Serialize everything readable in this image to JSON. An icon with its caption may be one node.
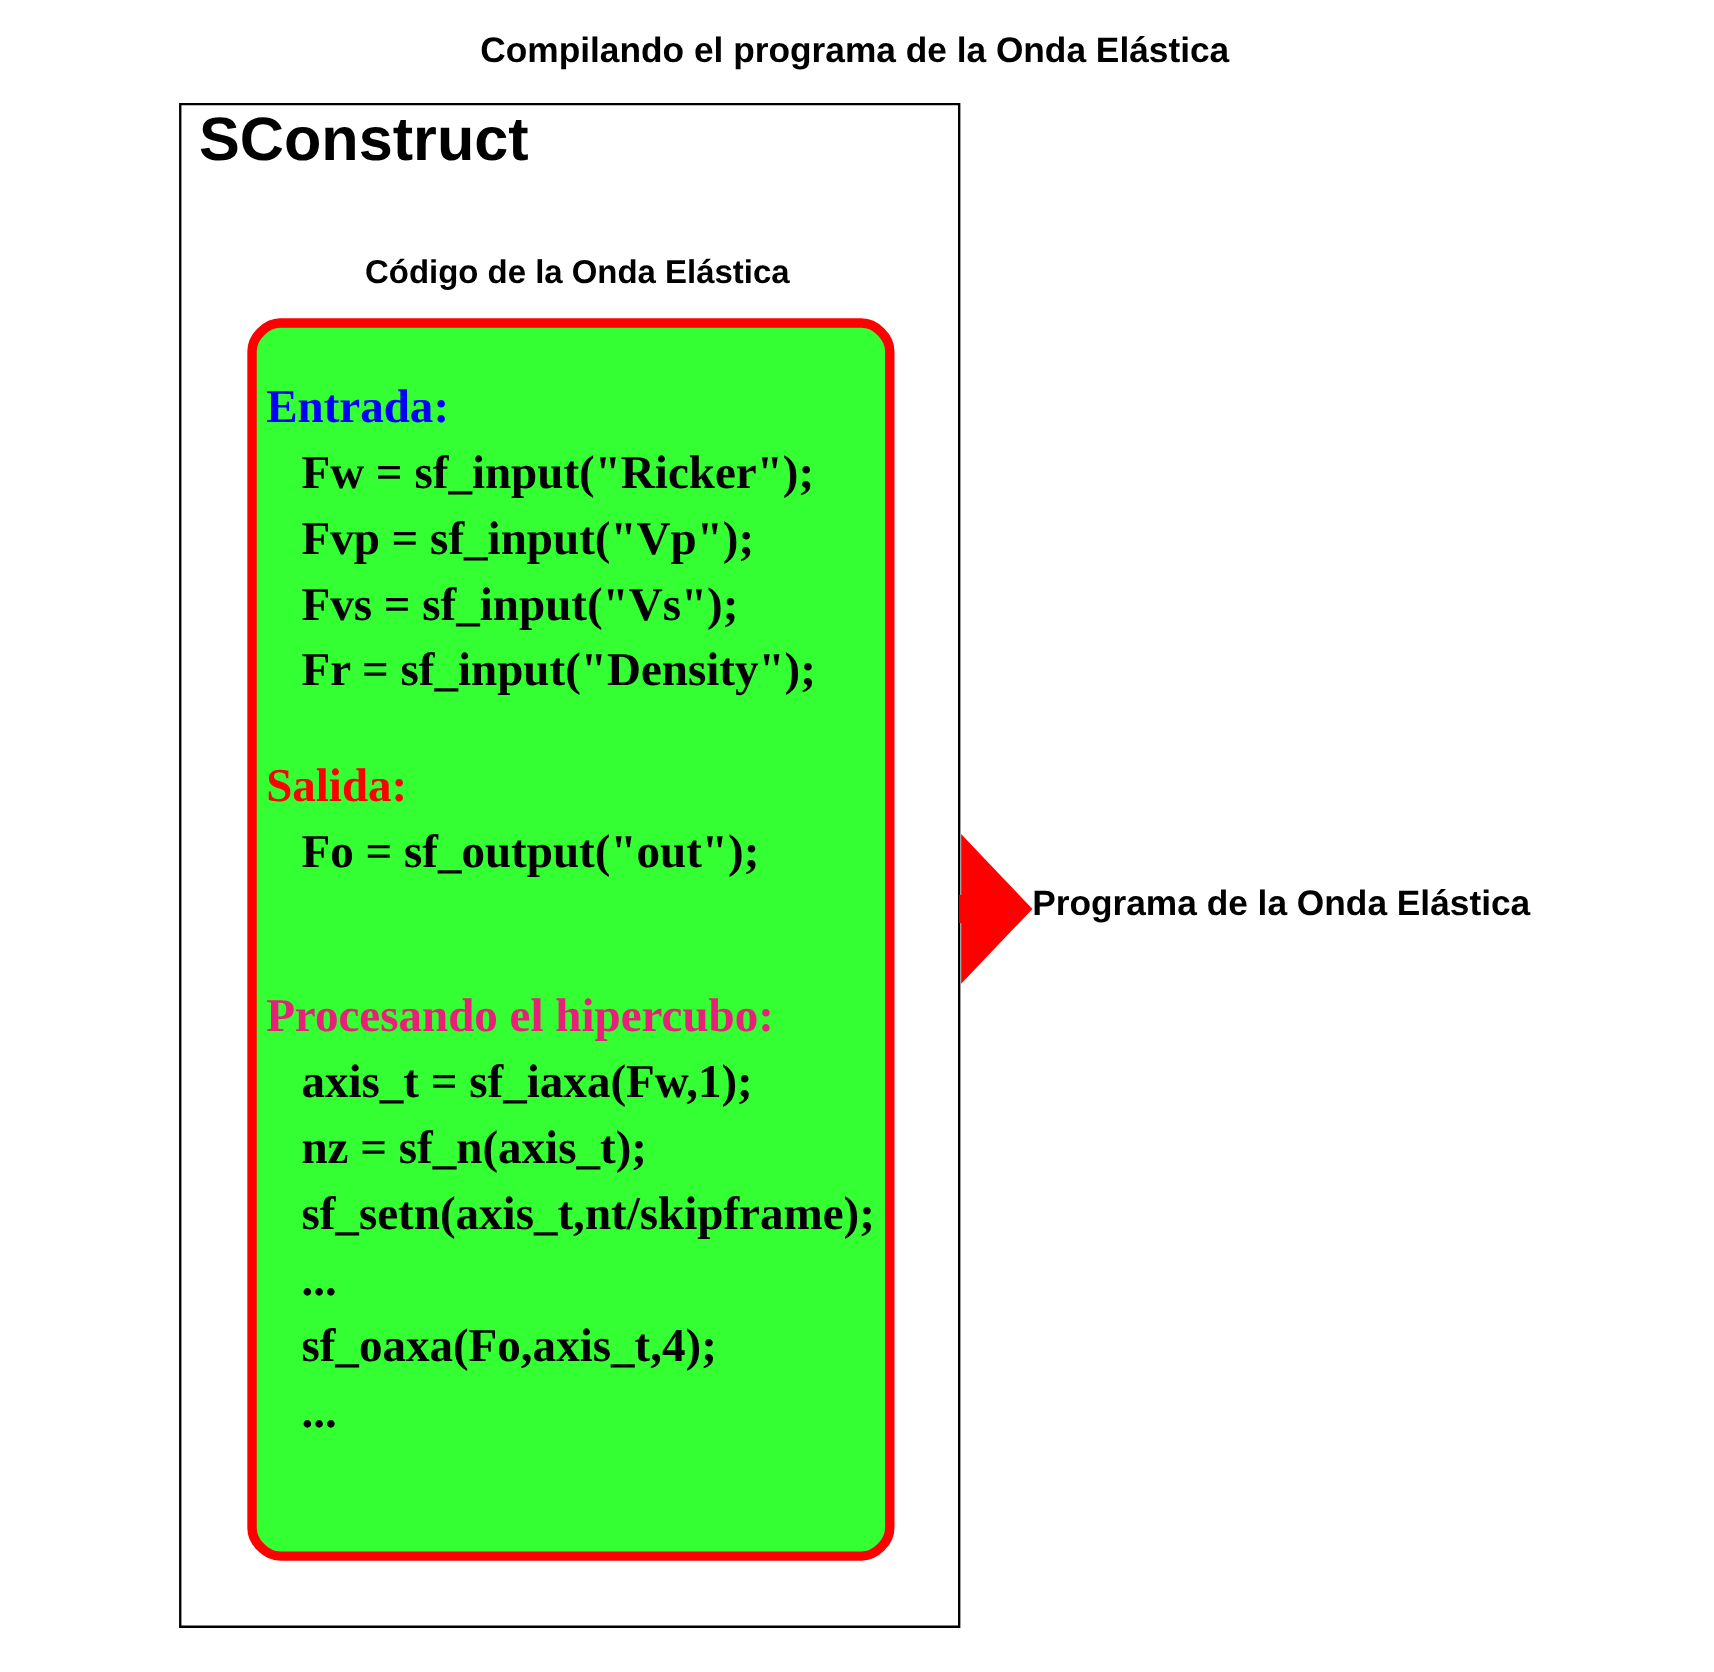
{
  "diagram": {
    "title": "Compilando el programa de la Onda Elástica",
    "nodes": [
      {
        "text": [
          "SConstruct"
        ]
      },
      {
        "text": [
          "Código de la Onda Elástica",
          "Entrada:",
          "Fw = sf_input(\"Ricker\");",
          "Fvp = sf_input(\"Vp\");",
          "Fvs = sf_input(\"Vs\");",
          "Fr = sf_input(\"Density\");",
          "Salida:",
          "Fo = sf_output(\"out\");",
          "Procesando el hipercubo:",
          "axis_t = sf_iaxa(Fw,1);",
          "nz = sf_n(axis_t);",
          "sf_setn(axis_t,nt/skipframe);",
          "...",
          "sf_oaxa(Fo,axis_t,4);",
          "..."
        ],
        "in": 0
      },
      {
        "text": [
          "Programa de la Onda Elástica"
        ]
      }
    ],
    "edges": [
      {
        "from": 0,
        "to": 2,
        "arrow": "to",
        "style": "thick",
        "color": "#ff0000"
      }
    ]
  }
}
